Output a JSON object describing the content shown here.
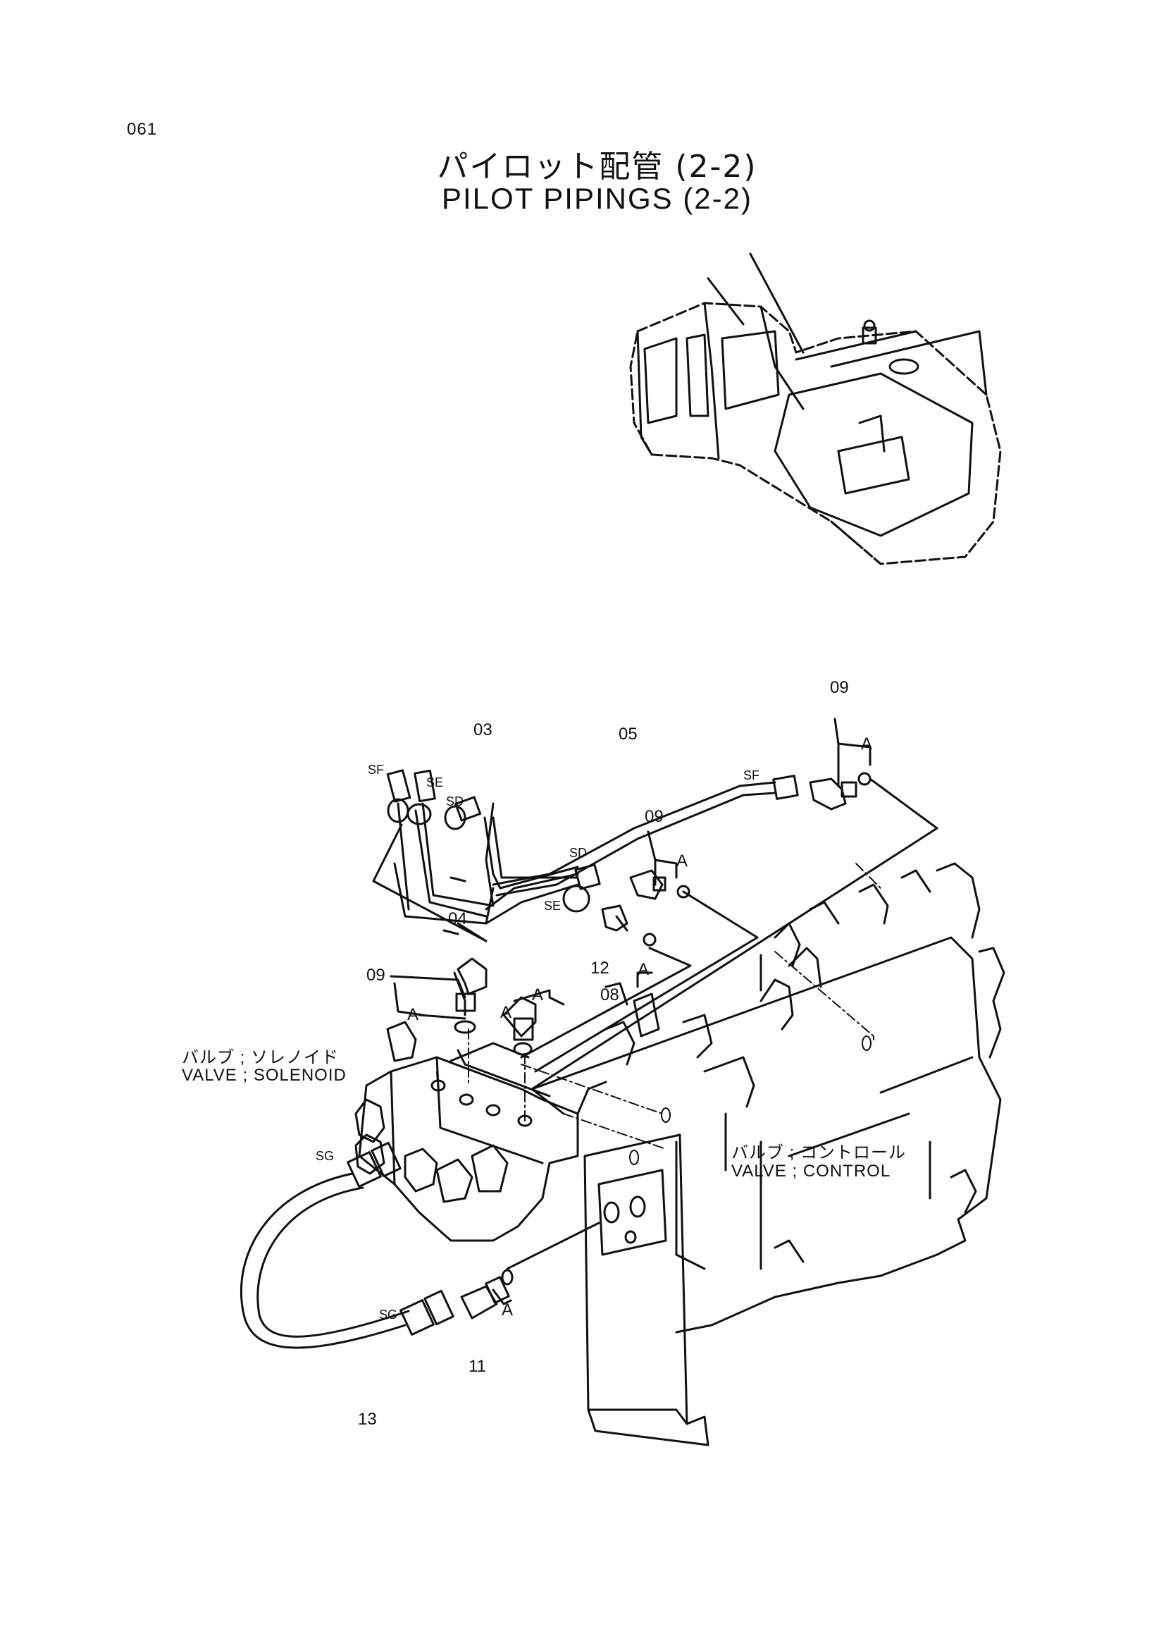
{
  "page_number": "061",
  "title": {
    "japanese": "パイロット配管 (2-2)",
    "english": "PILOT PIPINGS (2-2)"
  },
  "part_callouts": [
    "03",
    "05",
    "09",
    "09",
    "09",
    "04",
    "12",
    "08",
    "11",
    "13"
  ],
  "port_labels": [
    "SF",
    "SE",
    "SD",
    "SF",
    "SD",
    "SE",
    "SG",
    "SG"
  ],
  "connection_marks": [
    "A",
    "A",
    "A",
    "A",
    "A",
    "A",
    "A"
  ],
  "components": {
    "solenoid_valve": {
      "japanese": "バルブ ; ソレノイド",
      "english": "VALVE ; SOLENOID"
    },
    "control_valve": {
      "japanese": "バルブ ; コントロール",
      "english": "VALVE ; CONTROL"
    }
  }
}
